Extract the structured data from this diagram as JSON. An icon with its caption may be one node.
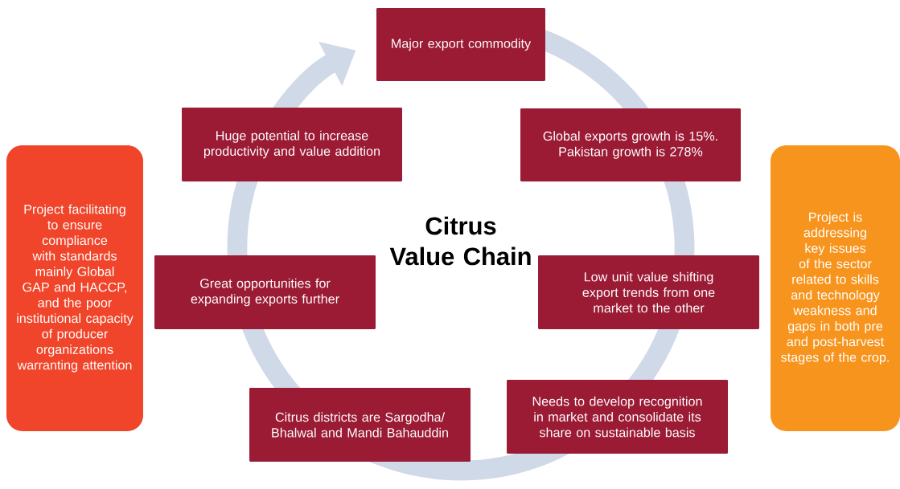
{
  "diagram": {
    "title": "Citrus Value Chain",
    "nodes": [
      {
        "text": [
          "Major export commodity"
        ]
      },
      {
        "text": [
          "Global exports growth is 15%. Pakistan growth is 278%"
        ]
      },
      {
        "text": [
          "Low unit value shifting export trends from one market to the other"
        ]
      },
      {
        "text": [
          "Needs to develop recognition in market and consolidate its share on sustainable basis"
        ]
      },
      {
        "text": [
          "Citrus districts are Sargodha/ Bhalwal and Mandi Bahauddin"
        ]
      },
      {
        "text": [
          "Great opportunities for expanding exports further"
        ]
      },
      {
        "text": [
          "Huge potential to increase productivity and value addition"
        ]
      },
      {
        "text": [
          "Project facilitating to ensure compliance with standards mainly Global GAP and HACCP, and the poor institutional capacity of producer organizations warranting attention"
        ]
      },
      {
        "text": [
          "Project is addressing key issues of the sector related to skills and technology weakness and gaps in both pre and post-harvest stages of the crop."
        ]
      }
    ]
  }
}
